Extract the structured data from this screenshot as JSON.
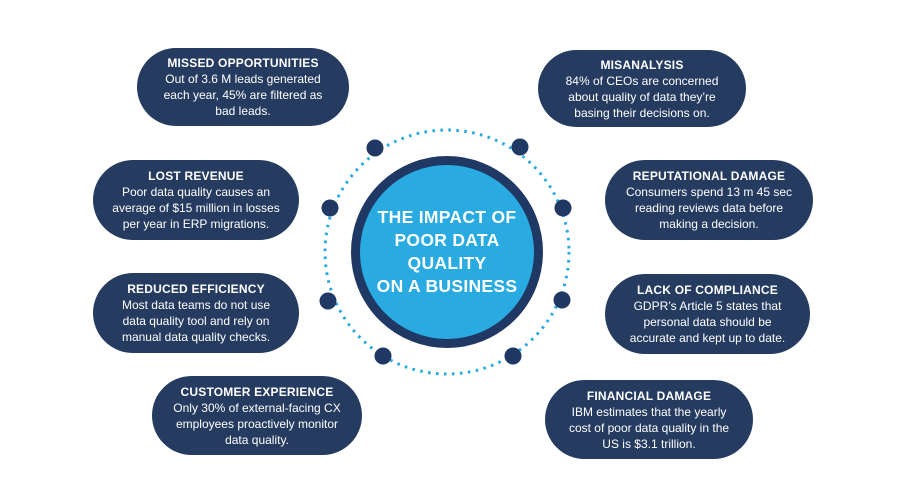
{
  "colors": {
    "pill_navy": "#253B60",
    "circle_border_navy": "#1F3864",
    "light_blue": "#29ABE2",
    "text_white": "#FFFFFF"
  },
  "center": {
    "title": "THE IMPACT OF\nPOOR DATA\nQUALITY\nON A BUSINESS"
  },
  "pills": [
    {
      "title": "MISSED OPPORTUNITIES",
      "body": "Out of 3.6 M leads generated\neach year, 45% are filtered as\nbad leads."
    },
    {
      "title": "LOST REVENUE",
      "body": "Poor data quality causes an\naverage of $15 million in losses\nper year in ERP migrations."
    },
    {
      "title": "REDUCED EFFICIENCY",
      "body": "Most data teams do not use\ndata quality tool and rely on\nmanual data quality checks."
    },
    {
      "title": "CUSTOMER EXPERIENCE",
      "body": "Only 30% of external-facing CX\nemployees proactively monitor\ndata quality."
    },
    {
      "title": "MISANALYSIS",
      "body": "84% of CEOs are concerned\nabout quality of data they’re\nbasing their decisions on."
    },
    {
      "title": "REPUTATIONAL DAMAGE",
      "body": "Consumers spend 13 m 45 sec\nreading reviews data before\nmaking a decision."
    },
    {
      "title": "LACK OF COMPLIANCE",
      "body": "GDPR’s Article 5 states that\npersonal data should be\naccurate and kept up to date."
    },
    {
      "title": "FINANCIAL DAMAGE",
      "body": "IBM estimates that the yearly\ncost of poor data quality in the\nUS is $3.1 trillion."
    }
  ]
}
